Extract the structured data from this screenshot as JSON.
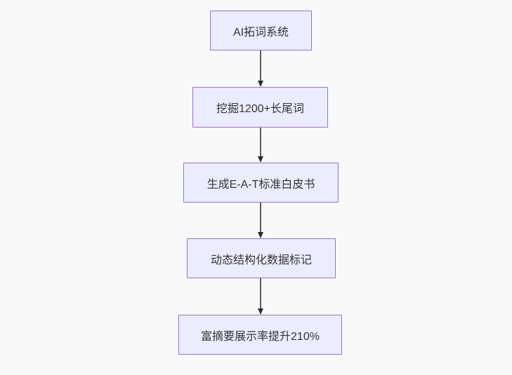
{
  "flowchart": {
    "type": "flowchart",
    "direction": "top-down",
    "nodes": [
      {
        "id": "node-1",
        "label": "AI拓词系统"
      },
      {
        "id": "node-2",
        "label": "挖掘1200+长尾词"
      },
      {
        "id": "node-3",
        "label": "生成E-A-T标准白皮书"
      },
      {
        "id": "node-4",
        "label": "动态结构化数据标记"
      },
      {
        "id": "node-5",
        "label": "富摘要展示率提升210%"
      }
    ],
    "edges": [
      {
        "from": "node-1",
        "to": "node-2",
        "style": "arrow-down"
      },
      {
        "from": "node-2",
        "to": "node-3",
        "style": "arrow-down"
      },
      {
        "from": "node-3",
        "to": "node-4",
        "style": "arrow-down"
      },
      {
        "from": "node-4",
        "to": "node-5",
        "style": "arrow-down"
      }
    ],
    "colors": {
      "background": "#f9f9f9",
      "node_fill": "#ECECFF",
      "node_border": "#9370DB",
      "edge_line": "#5b5b5b",
      "edge_arrowhead": "#2b2b2b",
      "text": "#333333"
    }
  }
}
